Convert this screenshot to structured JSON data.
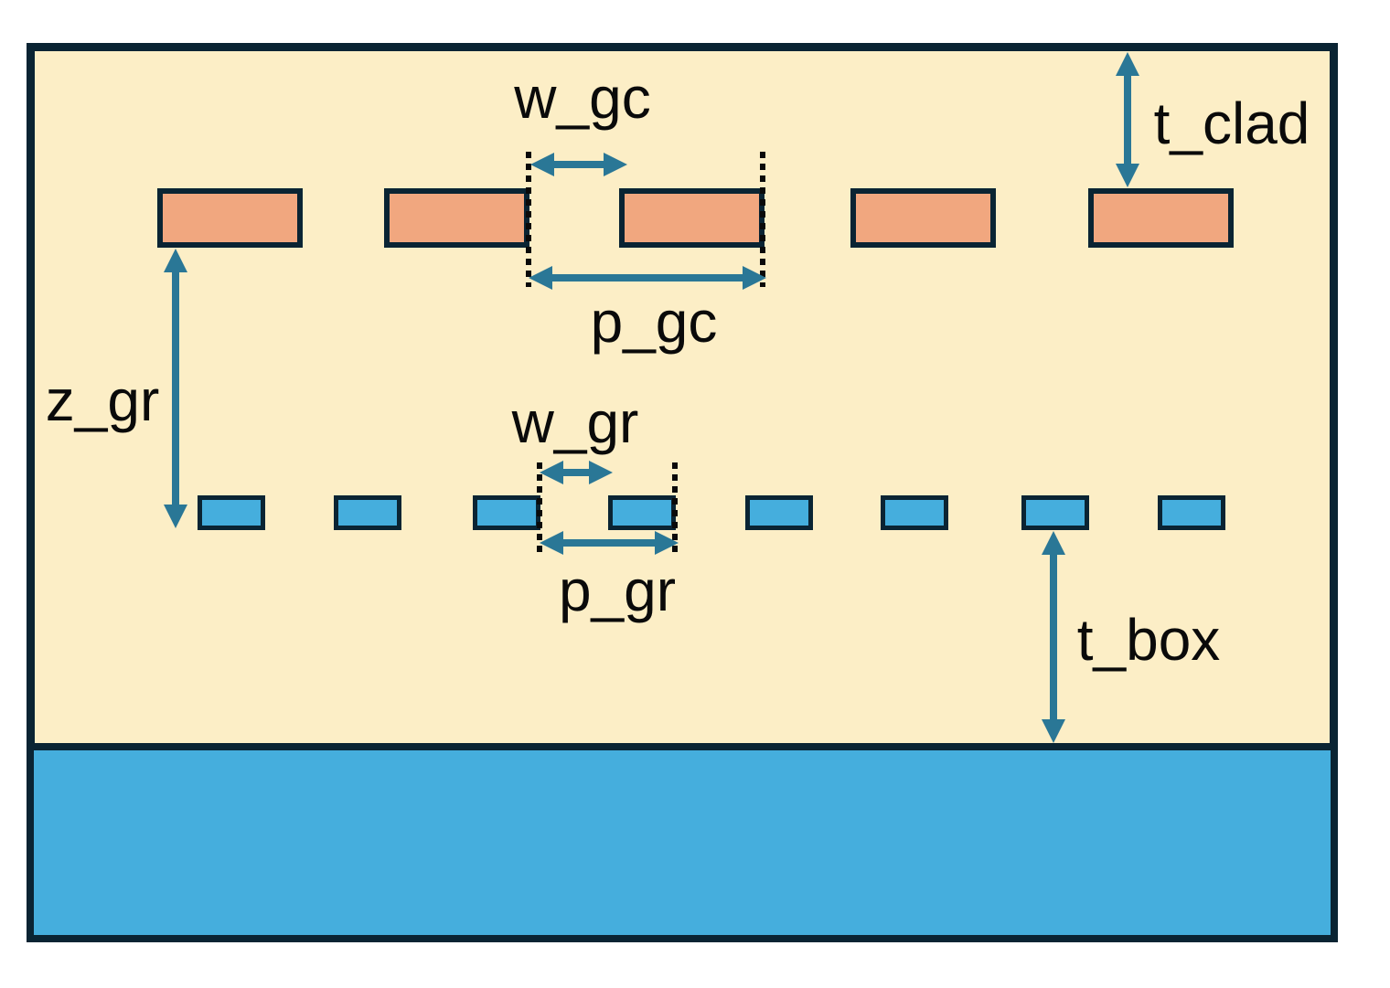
{
  "diagram": {
    "title": "grating-coupler-cross-section-schematic",
    "colors": {
      "background": "#ffffff",
      "cladding": "#FCEEC6",
      "coupler_teeth": "#F1A77F",
      "reflector_teeth": "#45AEDD",
      "substrate": "#45AEDD",
      "outline": "#0A2433",
      "arrow": "#2A7796",
      "label_text": "#0a0a0a"
    },
    "labels": {
      "w_gc": "w_gc",
      "p_gc": "p_gc",
      "t_clad": "t_clad",
      "z_gr": "z_gr",
      "w_gr": "w_gr",
      "p_gr": "p_gr",
      "t_box": "t_box"
    },
    "layers": {
      "coupler_teeth_count": 5,
      "reflector_teeth_count": 8
    },
    "geometry": {
      "coupler_teeth_lefts": [
        172,
        420,
        677,
        930,
        1190
      ],
      "reflector_teeth_lefts": [
        216,
        365,
        517,
        665,
        815,
        963,
        1117,
        1266
      ]
    }
  }
}
